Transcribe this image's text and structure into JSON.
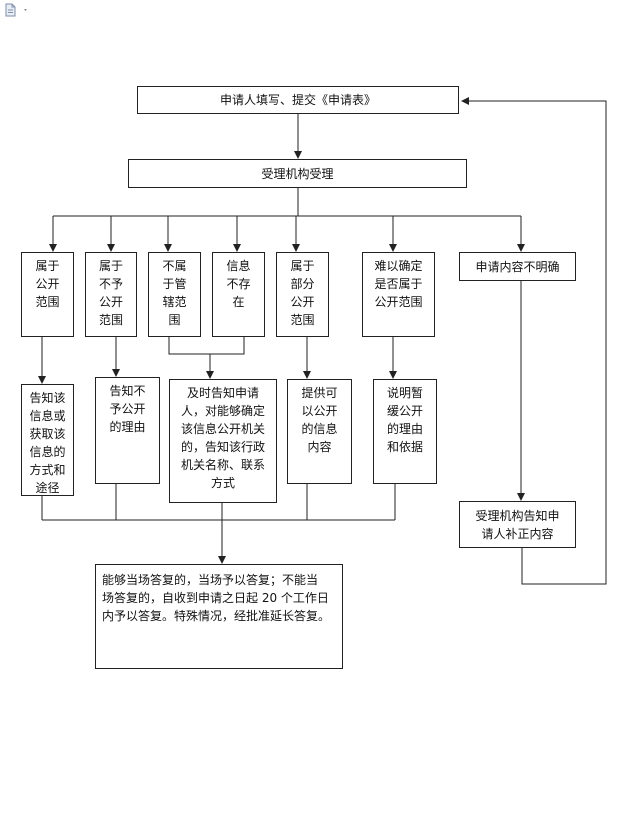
{
  "nodes": {
    "apply": "申请人填写、提交《申请表》",
    "accept": "受理机构受理",
    "b1": "属于\n公开\n范围",
    "b2": "属于\n不予\n公开\n范围",
    "b3": "不属\n于管\n辖范\n围",
    "b4": "信息\n不存\n在",
    "b5": "属于\n部分\n公开\n范围",
    "b6": "难以确定\n是否属于\n公开范围",
    "b7": "申请内容不明确",
    "r1": "告知该\n信息或\n获取该\n信息的\n方式和\n途径",
    "r2": "告知不\n予公开\n的理由",
    "r3": "及时告知申请\n人，对能够确定\n该信息公开机关\n的，告知该行政\n机关名称、联系\n方式",
    "r5": "提供可\n以公开\n的信息\n内容",
    "r6": "说明暂\n缓公开\n的理由\n和依据",
    "r7": "受理机构告知申\n请人补正内容",
    "final": "能够当场答复的，当场予以答复；不能当\n场答复的，自收到申请之日起 20 个工作日\n内予以答复。特殊情况，经批准延长答复。"
  }
}
